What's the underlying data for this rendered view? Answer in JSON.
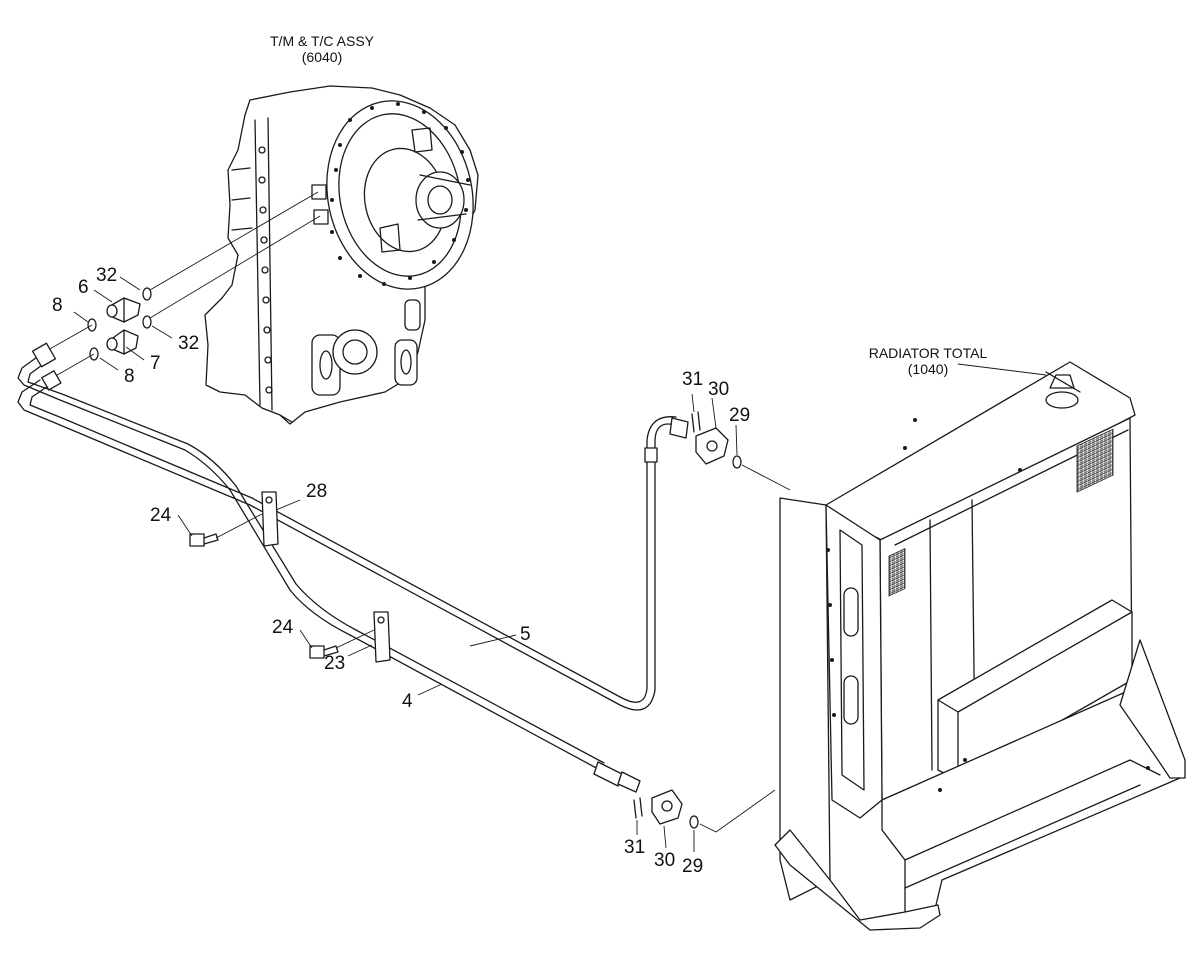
{
  "assemblies": {
    "transmission": {
      "name": "T/M & T/C ASSY",
      "code": "(6040)"
    },
    "radiator": {
      "name": "RADIATOR TOTAL",
      "code": "(1040)"
    }
  },
  "callouts": {
    "c32_upper": "32",
    "c6": "6",
    "c8_upper": "8",
    "c32_lower": "32",
    "c7": "7",
    "c8_lower": "8",
    "c31_upper": "31",
    "c30_upper": "30",
    "c29_upper": "29",
    "c28": "28",
    "c24_upper": "24",
    "c24_lower": "24",
    "c23": "23",
    "c5": "5",
    "c4": "4",
    "c31_lower": "31",
    "c30_lower": "30",
    "c29_lower": "29"
  }
}
